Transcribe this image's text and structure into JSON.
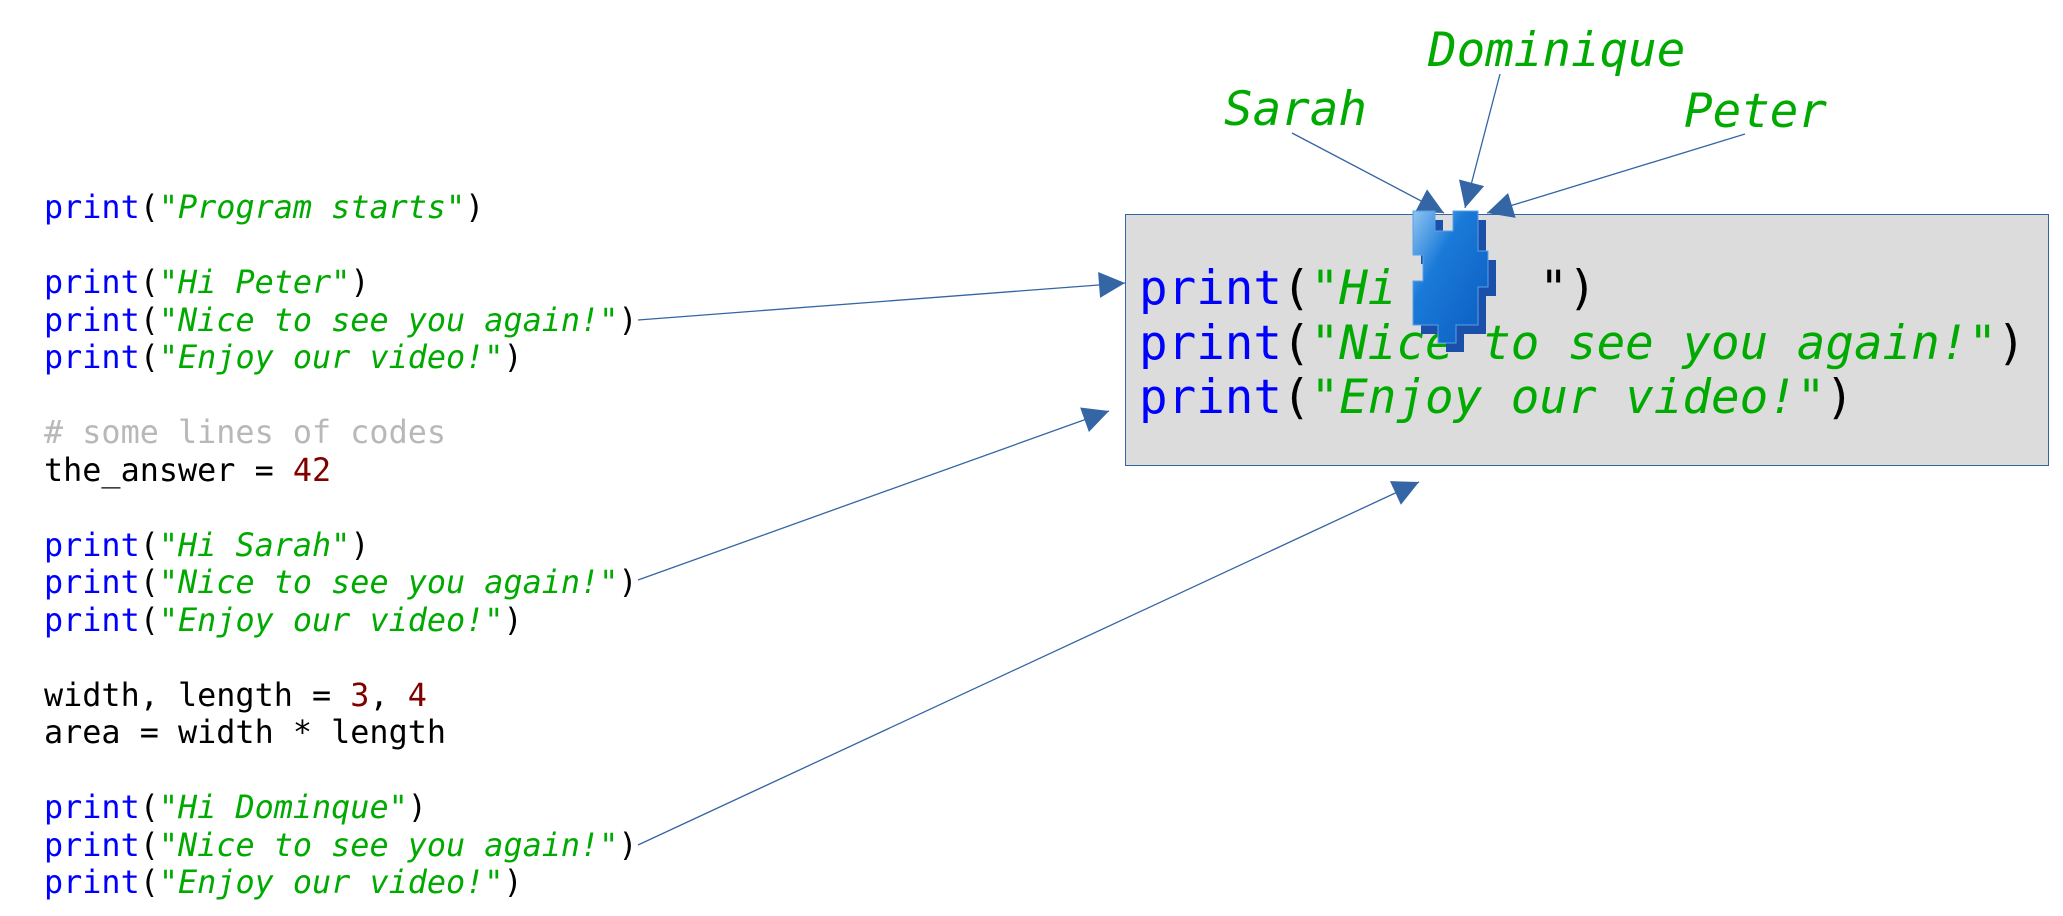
{
  "code_lines": [
    {
      "kw": "print",
      "open": "(",
      "str": "\"Program starts\"",
      "close": ")"
    },
    {
      "kw": "print",
      "open": "(",
      "str": "\"Hi Peter\"",
      "close": ")"
    },
    {
      "kw": "print",
      "open": "(",
      "str": "\"Nice to see you again!\"",
      "close": ")"
    },
    {
      "kw": "print",
      "open": "(",
      "str": "\"Enjoy our video!\"",
      "close": ")"
    },
    {
      "comment": "# some lines of codes"
    },
    {
      "plain": "the_answer = ",
      "num": "42"
    },
    {
      "kw": "print",
      "open": "(",
      "str": "\"Hi Sarah\"",
      "close": ")"
    },
    {
      "kw": "print",
      "open": "(",
      "str": "\"Nice to see you again!\"",
      "close": ")"
    },
    {
      "kw": "print",
      "open": "(",
      "str": "\"Enjoy our video!\"",
      "close": ")"
    },
    {
      "plain": "width, length = ",
      "num": "3",
      "sep": ", ",
      "num2": "4"
    },
    {
      "plain": "area = width * length"
    },
    {
      "kw": "print",
      "open": "(",
      "str": "\"Hi Dominque\"",
      "close": ")"
    },
    {
      "kw": "print",
      "open": "(",
      "str": "\"Nice to see you again!\"",
      "close": ")"
    },
    {
      "kw": "print",
      "open": "(",
      "str": "\"Enjoy our video!\"",
      "close": ")"
    }
  ],
  "function_box": [
    {
      "kw": "print",
      "open": "(",
      "str": "\"Hi ",
      "str_end": "\"",
      "close": ")"
    },
    {
      "kw": "print",
      "open": "(",
      "str": "\"Nice to see you again!\"",
      "close": ")"
    },
    {
      "kw": "print",
      "open": "(",
      "str": "\"Enjoy our video!\"",
      "close": ")"
    }
  ],
  "names": {
    "sarah": "Sarah",
    "dominique": "Dominique",
    "peter": "Peter"
  },
  "placeholder_icon": "puzzle-piece-icon",
  "colors": {
    "keyword": "#0000ff",
    "string": "#00aa00",
    "number": "#800000",
    "comment": "#b8b8b8",
    "arrow": "#3465a4",
    "box": "#dcdcdc"
  }
}
